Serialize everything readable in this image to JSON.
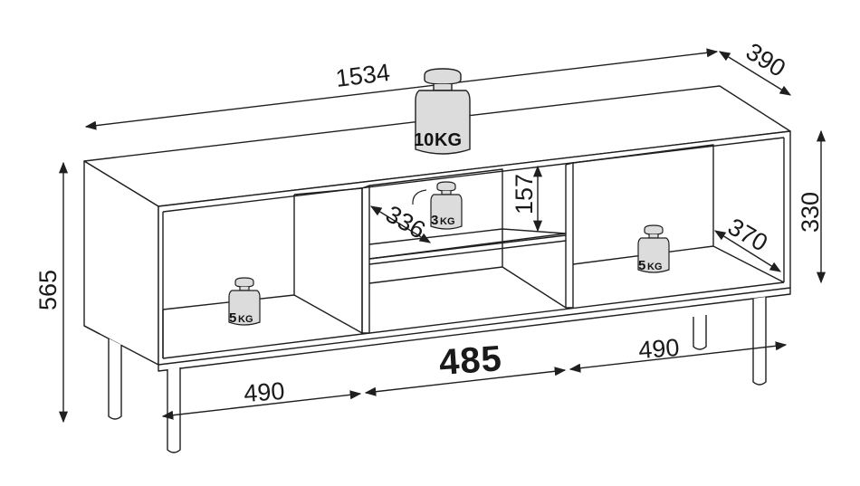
{
  "dimensions": {
    "width": "1534",
    "depth": "390",
    "height_total": "565",
    "height_cabinet": "330",
    "compartment_left_width": "490",
    "compartment_middle_width": "485",
    "compartment_right_width": "490",
    "shelf_height": "157",
    "shelf_depth": "336",
    "side_depth": "370"
  },
  "loads": {
    "top": {
      "num": "10",
      "unit": "KG"
    },
    "middle_shelf": {
      "num": "3",
      "unit": "KG"
    },
    "left_bottom": {
      "num": "5",
      "unit": "KG"
    },
    "right_bottom": {
      "num": "5",
      "unit": "KG"
    }
  },
  "colors": {
    "line": "#1f1f1f",
    "weight_fill": "#dcdcdc",
    "background": "#ffffff"
  }
}
